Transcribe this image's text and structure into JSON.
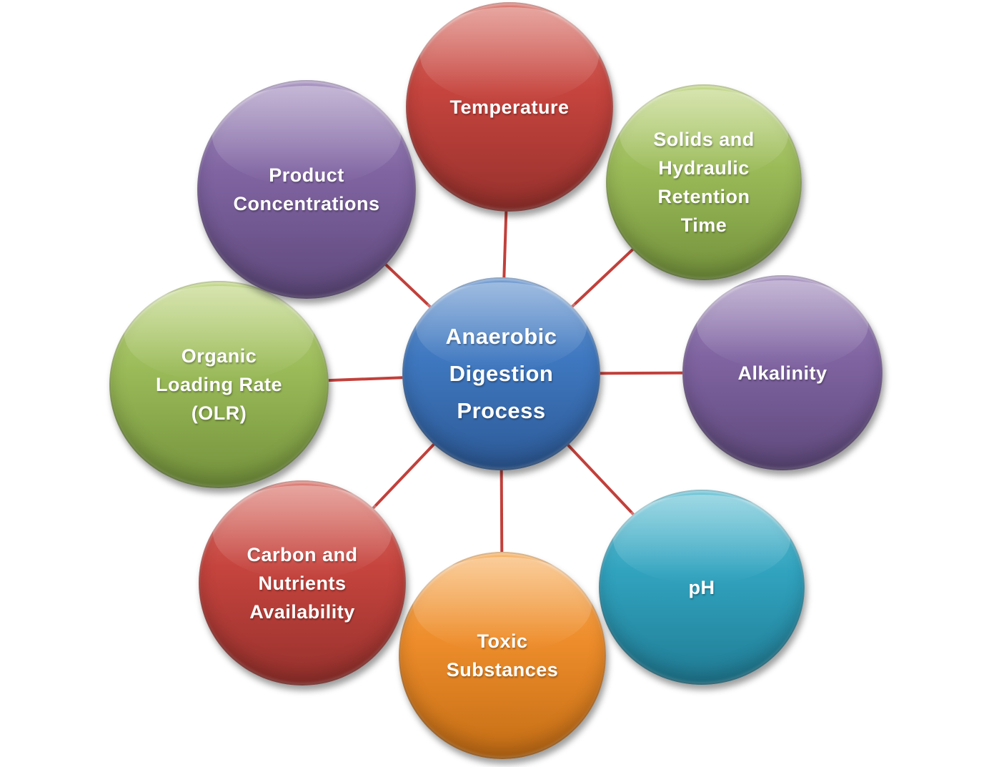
{
  "diagram_title": "Anaerobic Digestion Process",
  "connector_color": "#C2403B",
  "center_node": {
    "name": "anaerobic-digestion-process",
    "lines": [
      "Anaerobic",
      "Digestion",
      "Process"
    ],
    "colors": {
      "light": "#6F9BD2",
      "base": "#3F78C0",
      "dark": "#2A5590"
    }
  },
  "nodes": [
    {
      "name": "temperature",
      "lines": [
        "Temperature"
      ],
      "colors": {
        "light": "#DC7A71",
        "base": "#C6443E",
        "dark": "#8F2E2A"
      }
    },
    {
      "name": "solids-and-hydraulic-retention-time",
      "lines": [
        "Solids and",
        "Hydraulic",
        "Retention",
        "Time"
      ],
      "colors": {
        "light": "#C3D887",
        "base": "#9BBB59",
        "dark": "#6E8C38"
      }
    },
    {
      "name": "alkalinity",
      "lines": [
        "Alkalinity"
      ],
      "colors": {
        "light": "#A894C1",
        "base": "#8064A2",
        "dark": "#594575"
      }
    },
    {
      "name": "ph",
      "lines": [
        "pH"
      ],
      "colors": {
        "light": "#6FC6D8",
        "base": "#31A3BF",
        "dark": "#1E768E"
      }
    },
    {
      "name": "toxic-substances",
      "lines": [
        "Toxic",
        "Substances"
      ],
      "colors": {
        "light": "#F8B569",
        "base": "#EE8D2B",
        "dark": "#BE6912"
      }
    },
    {
      "name": "carbon-and-nutrients-availability",
      "lines": [
        "Carbon and",
        "Nutrients",
        "Availability"
      ],
      "colors": {
        "light": "#DC7A71",
        "base": "#C6443E",
        "dark": "#8F2E2A"
      }
    },
    {
      "name": "organic-loading-rate-olr",
      "lines": [
        "Organic",
        "Loading Rate",
        "(OLR)"
      ],
      "colors": {
        "light": "#C3D887",
        "base": "#9BBB59",
        "dark": "#6E8C38"
      }
    },
    {
      "name": "product-concentrations",
      "lines": [
        "Product",
        "Concentrations"
      ],
      "colors": {
        "light": "#A894C1",
        "base": "#8064A2",
        "dark": "#594575"
      }
    }
  ]
}
